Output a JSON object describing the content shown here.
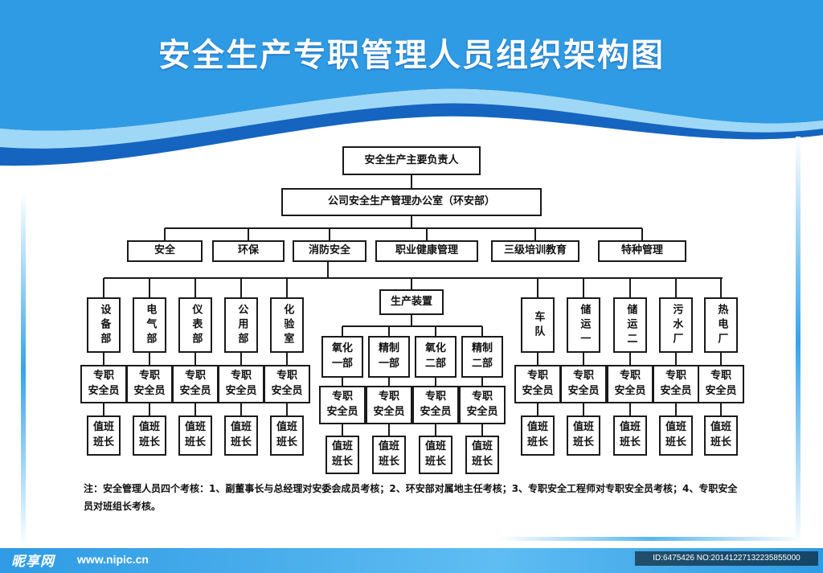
{
  "title": "安全生产专职管理人员组织架构图",
  "root": "安全生产主要负责人",
  "office": "公司安全生产管理办公室（环安部）",
  "categories": [
    "安全",
    "环保",
    "消防安全",
    "职业健康管理",
    "三级培训教育",
    "特种管理"
  ],
  "left_depts": [
    "设备部",
    "电气部",
    "仪表部",
    "公用部",
    "化验室"
  ],
  "production": "生产装置",
  "mid_units": [
    [
      "氧化",
      "一部"
    ],
    [
      "精制",
      "一部"
    ],
    [
      "氧化",
      "二部"
    ],
    [
      "精制",
      "二部"
    ]
  ],
  "right_depts": [
    "车队",
    "储运一",
    "储运二",
    "污水厂",
    "热电厂"
  ],
  "safety_officer": [
    "专职",
    "安全员"
  ],
  "shift_leader": [
    "值班",
    "班长"
  ],
  "note": "注：安全管理人员四个考核：1、副董事长与总经理对安委会成员考核；2、环安部对属地主任考核；3、专职安全工程师对专职安全员考核；4、专职安全员对班组长考核。",
  "footer": {
    "logo": "昵享网",
    "site": "www.nipic.cn",
    "id": "ID:6475426 NO:20141227132235855000"
  },
  "colors": {
    "header_blue": "#2f9be4",
    "line": "#1a1a1a"
  }
}
